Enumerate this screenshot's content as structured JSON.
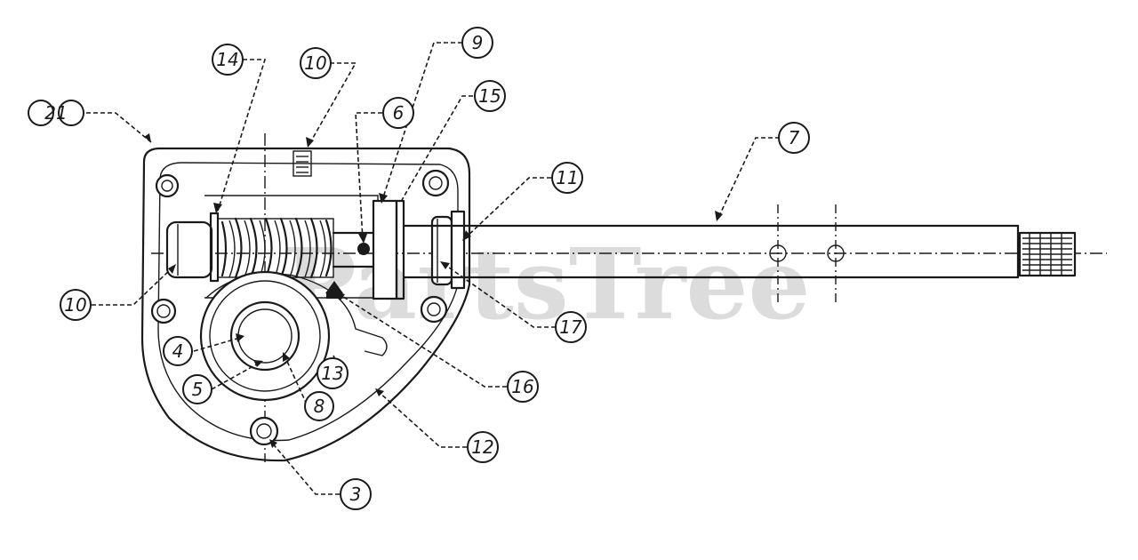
{
  "watermark": "PartsTree",
  "callouts": {
    "c21": "21",
    "c14": "14",
    "c10a": "10",
    "c9": "9",
    "c15": "15",
    "c6": "6",
    "c7": "7",
    "c11": "11",
    "c10b": "10",
    "c4": "4",
    "c5": "5",
    "c8": "8",
    "c13": "13",
    "c16": "16",
    "c17": "17",
    "c12": "12",
    "c3": "3"
  }
}
